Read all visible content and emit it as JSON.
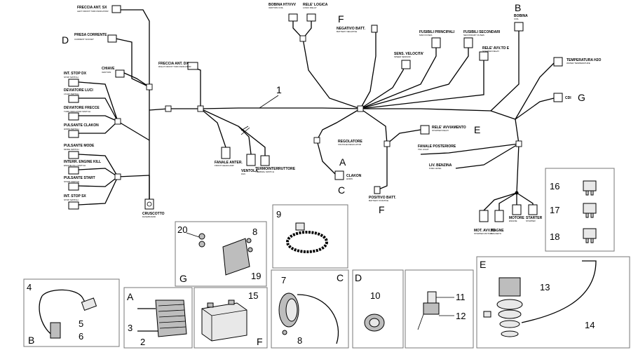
{
  "connectors": {
    "freccia_ant_sx": {
      "label": "FRECCIA ANT. SX",
      "sub": "LEFT FRONT TURN INDICATOR"
    },
    "presa_corrente": {
      "label": "PRESA CORRENTE",
      "sub": "CURRENT SOCKET"
    },
    "chiave": {
      "label": "CHIAVE",
      "sub": "IGNITION"
    },
    "int_stop_dx": {
      "label": "INT. STOP DX",
      "sub": "STOP SWITCH"
    },
    "deviatore_luci": {
      "label": "DEVIATORE LUCI",
      "sub": "LIGHT SWITCH"
    },
    "deviatore_frecce": {
      "label": "DEVIATORE FRECCE",
      "sub": "TURN INDICATOR SWITCH"
    },
    "pulsante_clakon": {
      "label": "PULSANTE CLAKON",
      "sub": "HORN SWITCH"
    },
    "pulsante_mode": {
      "label": "PULSANTE MODE",
      "sub": "MODE SWITCH"
    },
    "interr_engine_kill": {
      "label": "INTERR. ENGINE KILL",
      "sub": "ENGINE KILL SWITCH"
    },
    "pulsante_start": {
      "label": "PULSANTE START",
      "sub": "START SWITCH"
    },
    "int_stop_sx": {
      "label": "INT. STOP SX",
      "sub": "STOP SWITCH"
    },
    "cruscotto": {
      "label": "CRUSCOTTO",
      "sub": "DASHBOARD"
    },
    "freccia_ant_dx": {
      "label": "FRECCIA ANT. DX",
      "sub": "RIGHT FRONT TURN INDICATOR"
    },
    "fanale_anter": {
      "label": "FANALE ANTER.",
      "sub": "FRONT HEADLAMP"
    },
    "ventola": {
      "label": "VENTOLA",
      "sub": "FAN"
    },
    "termointerruttore": {
      "label": "TERMOINTERRUTTORE",
      "sub": "THERMAL SWITCH"
    },
    "bobina_ht": {
      "label": "BOBINA HT/VVV",
      "sub": "IGNITION COIL"
    },
    "rele_logica": {
      "label": "RELE' LOGICA",
      "sub": "LOGIC RELAY"
    },
    "negativo_batt": {
      "label": "NEGATIVO BATT.",
      "sub": "BATTERY NEGATIVE"
    },
    "sens_velocita": {
      "label": "SENS. VELOCITA'",
      "sub": "SPEED SENSOR"
    },
    "fusibili_principali": {
      "label": "FUSIBILI PRINCIPALI",
      "sub": "MAIN FUSES"
    },
    "fusibili_secondari": {
      "label": "FUSIBILI SECONDARI",
      "sub": "SECONDARY FUSES"
    },
    "bobina": {
      "label": "BOBINA",
      "sub": "COIL"
    },
    "rele_avv": {
      "label": "RELE' AVV.TO E",
      "sub": "STARTER RELAY"
    },
    "temperatura_h2o": {
      "label": "TEMPERATURA H2O",
      "sub": "WATER TEMPERATURE"
    },
    "cdi": {
      "label": "CDI",
      "sub": ""
    },
    "regolatore": {
      "label": "REGOLATORE",
      "sub": "VOLTAGE REGULATOR"
    },
    "clakon": {
      "label": "CLAKON",
      "sub": "HORN"
    },
    "positivo_batt": {
      "label": "POSITIVO BATT.",
      "sub": "BATTERY POSITIVE"
    },
    "rele_avviamento": {
      "label": "RELE' AVVIAMENTO",
      "sub": "STARTER RELAY"
    },
    "fanale_posteriore": {
      "label": "FANALE POSTERIORE",
      "sub": "TAIL LIGHT"
    },
    "liv_benzina": {
      "label": "LIV. BENZINA",
      "sub": "FUEL LEVEL"
    },
    "mot_avv": {
      "label": "MOT. AVV.TO",
      "sub": "STARTER MOTOR"
    },
    "magne": {
      "label": "MAGNE",
      "sub": "MAGNETO"
    },
    "motore": {
      "label": "MOTORE",
      "sub": "ENGINE"
    },
    "starter": {
      "label": "STARTER",
      "sub": "STARTER"
    }
  },
  "callouts": {
    "harness": "1",
    "A": "A",
    "B": "B",
    "C": "C",
    "D": "D",
    "E": "E",
    "F": "F",
    "G": "G"
  },
  "parts": {
    "n2": "2",
    "n3": "3",
    "n4": "4",
    "n5": "5",
    "n6": "6",
    "n7": "7",
    "n8": "8",
    "n8b": "8",
    "n9": "9",
    "n10": "10",
    "n11": "11",
    "n12": "12",
    "n13": "13",
    "n14": "14",
    "n15": "15",
    "n16": "16",
    "n17": "17",
    "n18": "18",
    "n19": "19",
    "n20": "20"
  },
  "panel_letters": {
    "b": "B",
    "a": "A",
    "f": "F",
    "g": "G",
    "c": "C",
    "d": "D",
    "e": "E"
  }
}
